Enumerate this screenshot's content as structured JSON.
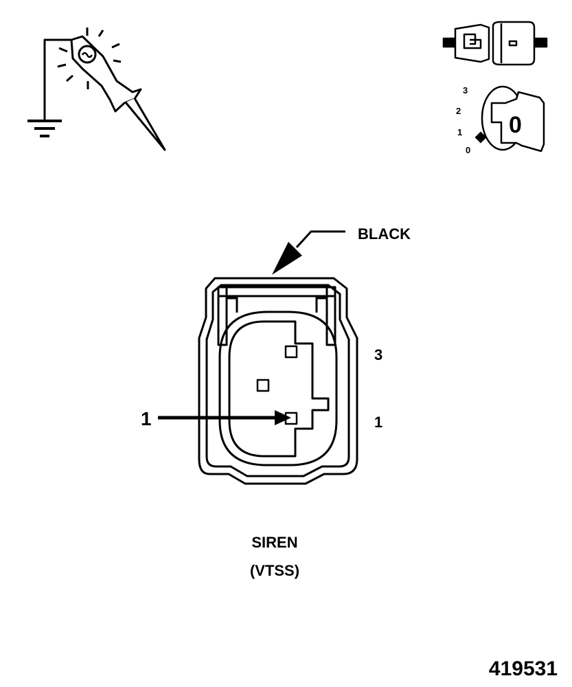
{
  "test_light_icon": "test-lamp-to-ground-icon",
  "connector_icon": "disconnected-connector-icon",
  "ignition_icon": "ignition-key-position-0-icon",
  "ignition_positions": [
    "3",
    "2",
    "1",
    "0"
  ],
  "ignition_key_label": "0",
  "connector": {
    "color_label": "BLACK",
    "pin_numbers": [
      "3",
      "1"
    ],
    "callout_label": "1",
    "component_name": "SIREN",
    "component_code": "(VTSS)"
  },
  "figure_number": "419531"
}
